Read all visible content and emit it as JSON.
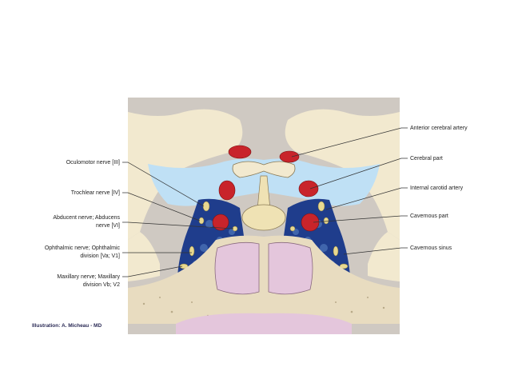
{
  "labels_left": {
    "oculomotor": "Oculomotor nerve [III]",
    "trochlear": "Trochlear nerve [IV]",
    "abducent_line1": "Abducent nerve; Abducens",
    "abducent_line2": "nerve [VI]",
    "ophthalmic_line1": "Ophthalmic nerve; Ophthalmic",
    "ophthalmic_line2": "division [Va; V1]",
    "maxillary_line1": "Maxillary nerve; Maxillary",
    "maxillary_line2": "division Vb; V2"
  },
  "labels_right": {
    "anterior_cerebral": "Anterior cerebral artery",
    "cerebral_part": "Cerebral part",
    "internal_carotid": "Internal carotid artery",
    "cavernous_part": "Cavernous part",
    "cavernous_sinus": "Cavernous sinus"
  },
  "credit": "Illustration: A. Micheau - MD",
  "colors": {
    "brain": "#f2e9cf",
    "brain_grey": "#c9c4bd",
    "csf": "#bfe0f5",
    "artery": "#c8242b",
    "sinus": "#1f3d8c",
    "nerve": "#e8d890",
    "bone": "#e8dcc0",
    "sphenoid_sinus": "#e4c6dc"
  }
}
